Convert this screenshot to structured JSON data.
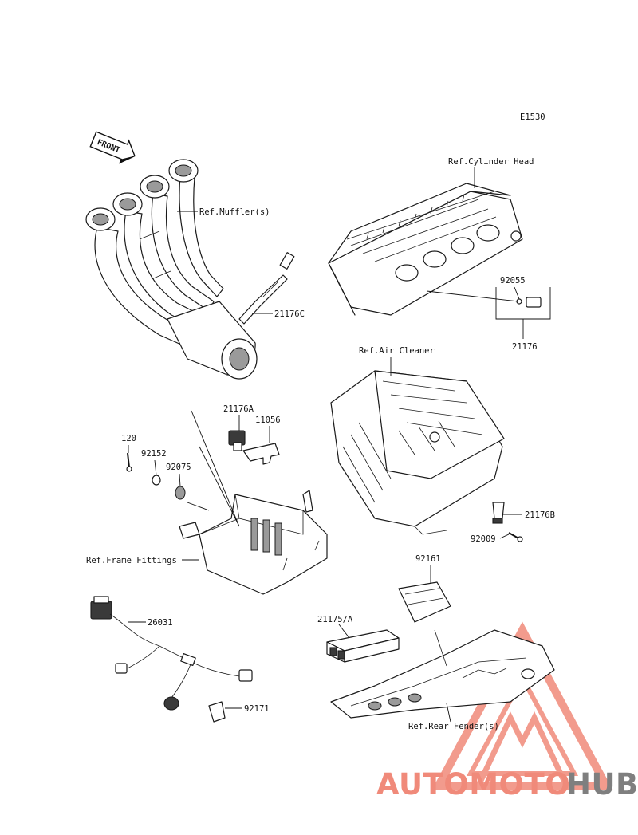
{
  "diagram_code": "E1530",
  "front_arrow_text": "FRONT",
  "labels": {
    "ref_cylinder_head": "Ref.Cylinder Head",
    "ref_mufflers": "Ref.Muffler(s)",
    "ref_air_cleaner": "Ref.Air Cleaner",
    "ref_frame_fittings": "Ref.Frame Fittings",
    "ref_rear_fender": "Ref.Rear Fender(s)"
  },
  "parts": {
    "p21176C": "21176C",
    "p92055": "92055",
    "p21176": "21176",
    "p21176A": "21176A",
    "p11056": "11056",
    "p120": "120",
    "p92152": "92152",
    "p92075": "92075",
    "p21176B": "21176B",
    "p92009": "92009",
    "p92161": "92161",
    "p21175A": "21175/A",
    "p26031": "26031",
    "p92171": "92171"
  },
  "watermark": {
    "part1": "AUTOMOTO",
    "part2": "HUB",
    "color_primary": "#f08a7a",
    "color_secondary": "#7f7f7f"
  }
}
